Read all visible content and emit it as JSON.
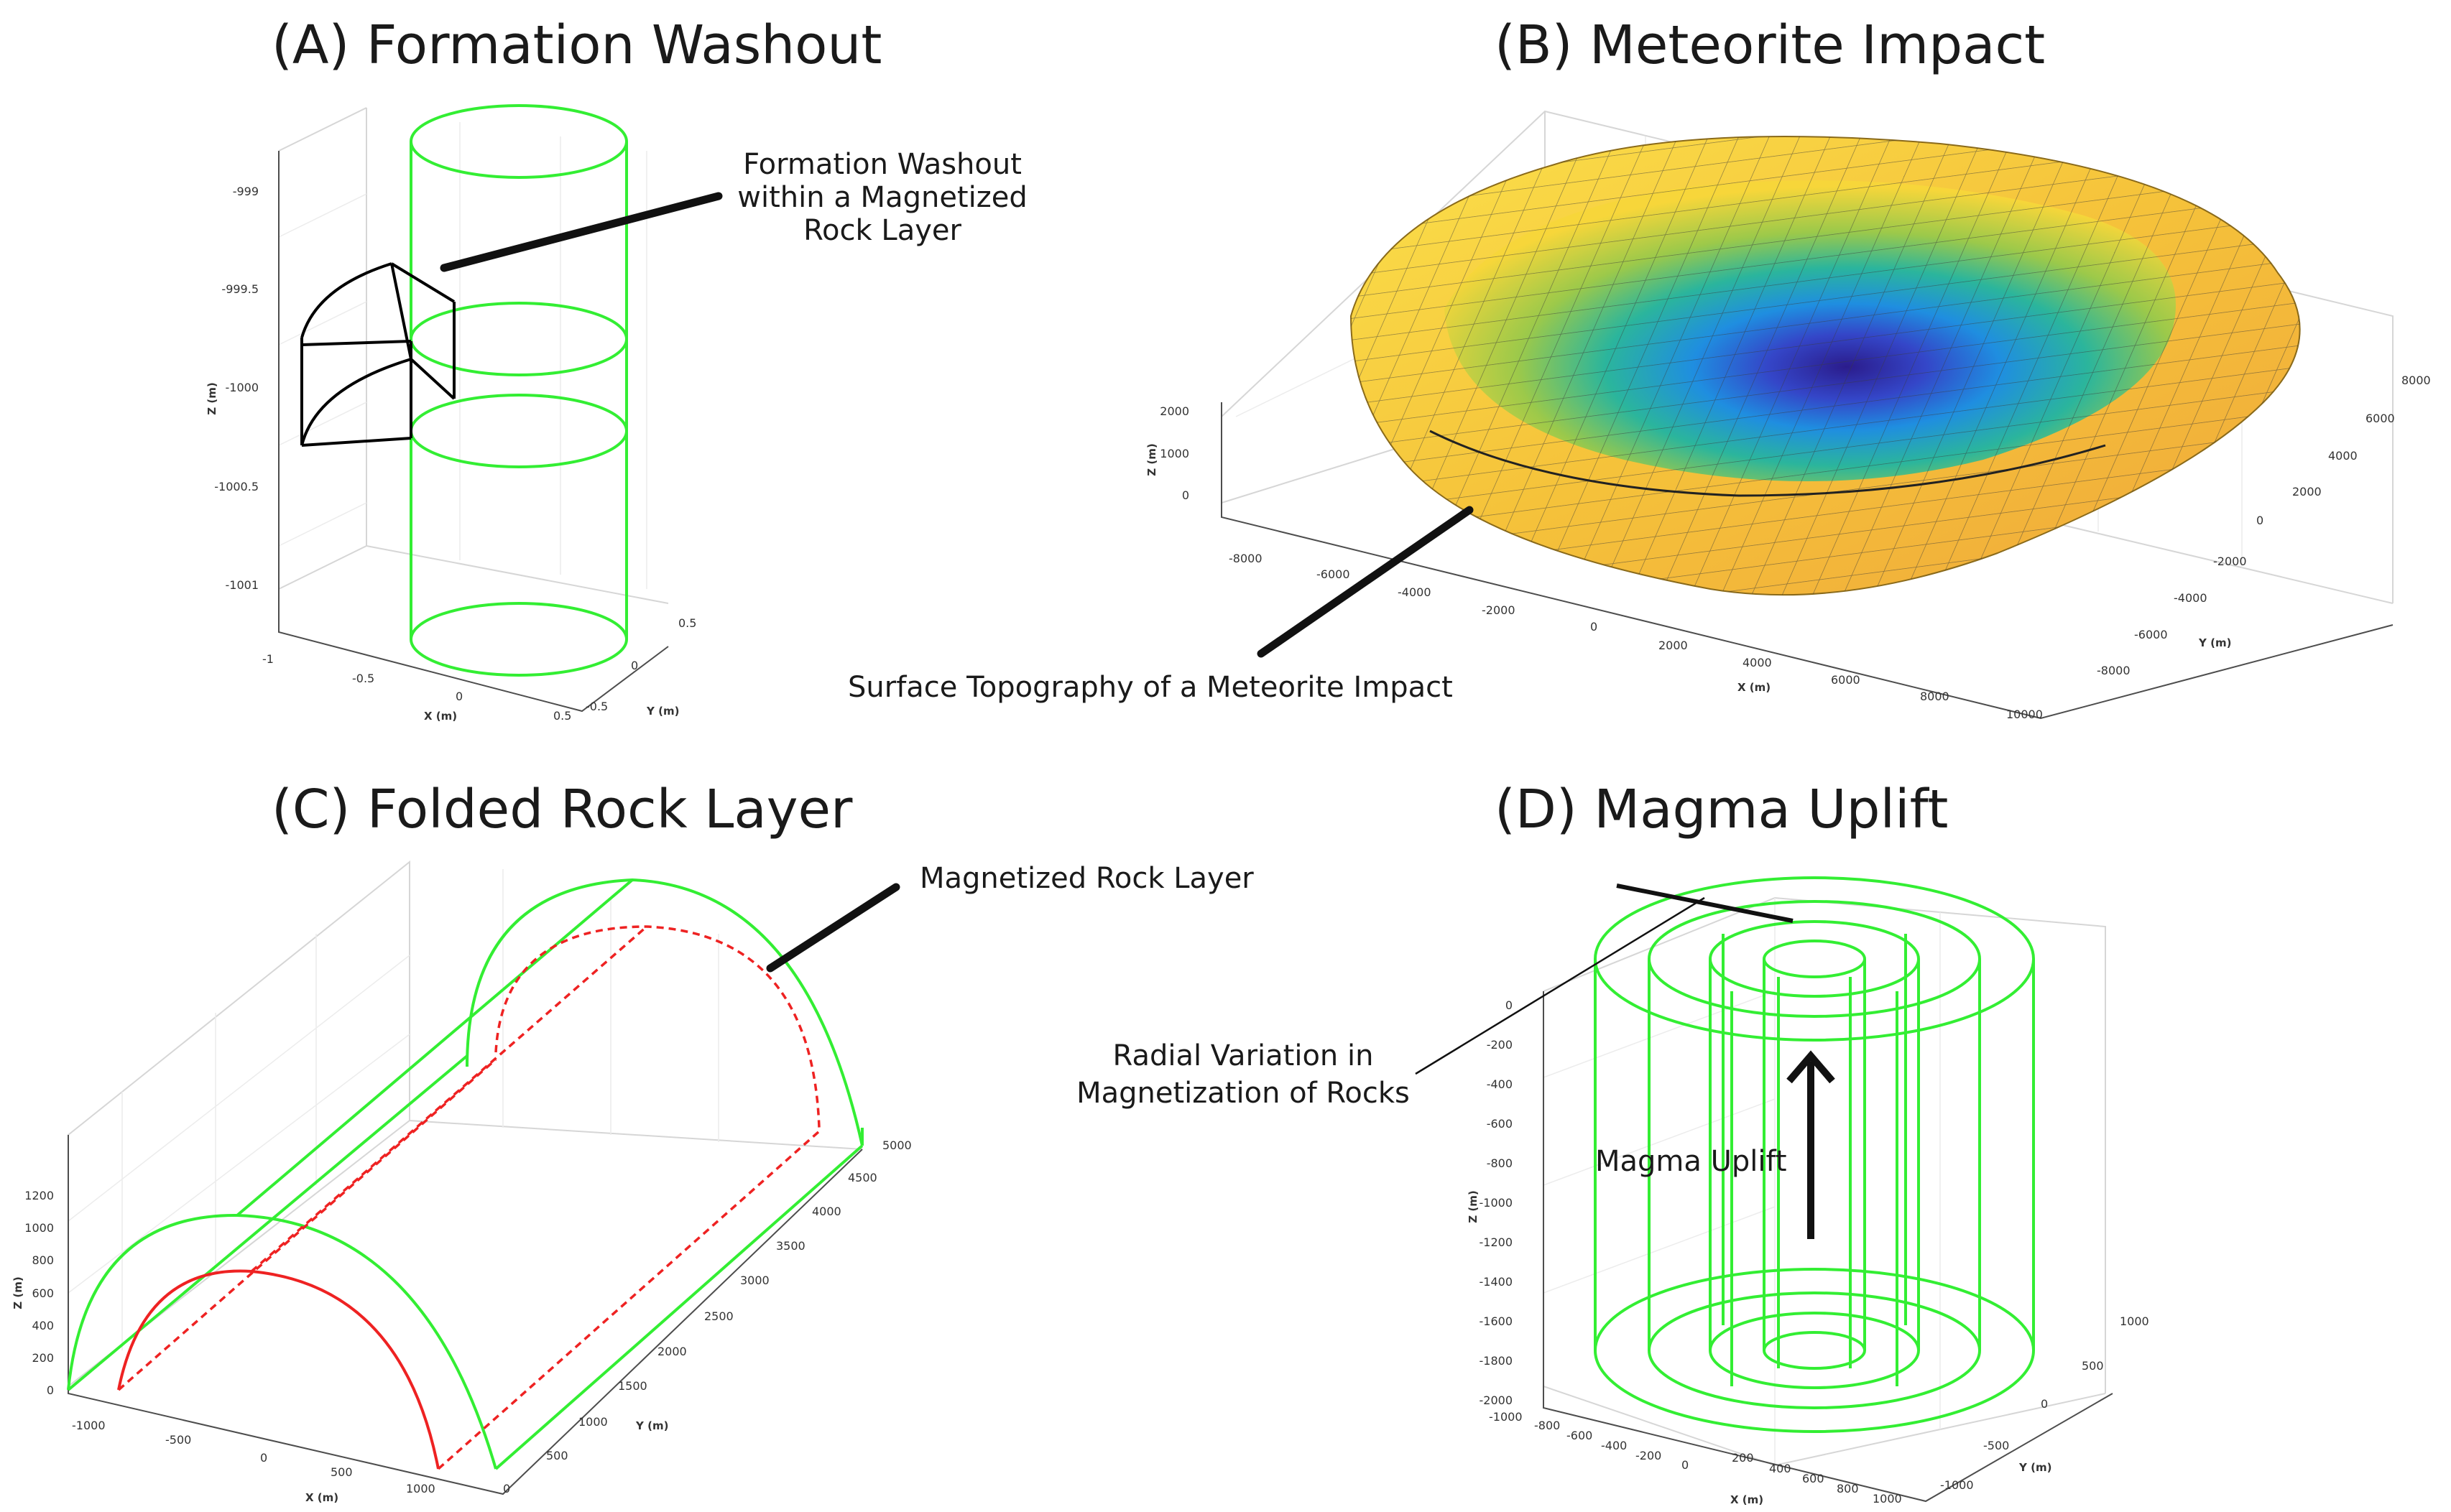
{
  "panels": {
    "a": {
      "title": "(A) Formation Washout",
      "annotation": [
        "Formation Washout",
        "within a Magnetized",
        "Rock Layer"
      ],
      "z_ticks": [
        "-999",
        "-999.5",
        "-1000",
        "-1000.5",
        "-1001"
      ],
      "x_ticks": [
        "-1",
        "-0.5",
        "0",
        "0.5"
      ],
      "y_ticks": [
        "0.5",
        "0",
        "-0.5"
      ],
      "x_label": "X (m)",
      "y_label": "Y (m)",
      "z_label": "Z (m)"
    },
    "b": {
      "title": "(B) Meteorite Impact",
      "annotation": "Surface Topography of a Meteorite Impact",
      "z_ticks": [
        "2000",
        "1000",
        "0"
      ],
      "x_ticks": [
        "-8000",
        "-6000",
        "-4000",
        "-2000",
        "0",
        "2000",
        "4000",
        "6000",
        "8000",
        "10000"
      ],
      "y_ticks": [
        "8000",
        "6000",
        "4000",
        "2000",
        "0",
        "-2000",
        "-4000",
        "-6000",
        "-8000"
      ],
      "x_label": "X (m)",
      "y_label": "Y (m)",
      "z_label": "Z (m)"
    },
    "c": {
      "title": "(C) Folded Rock Layer",
      "annotation": "Magnetized Rock Layer",
      "z_ticks": [
        "1200",
        "1000",
        "800",
        "600",
        "400",
        "200",
        "0"
      ],
      "x_ticks": [
        "-1000",
        "-500",
        "0",
        "500",
        "1000"
      ],
      "y_ticks": [
        "5000",
        "4500",
        "4000",
        "3500",
        "3000",
        "2500",
        "2000",
        "1500",
        "1000",
        "500",
        "0"
      ],
      "x_label": "X (m)",
      "y_label": "Y (m)",
      "z_label": "Z (m)"
    },
    "d": {
      "title": "(D) Magma Uplift",
      "annotation": [
        "Radial Variation in",
        "Magnetization of Rocks"
      ],
      "arrow_label": "Magma Uplift",
      "z_ticks": [
        "0",
        "-200",
        "-400",
        "-600",
        "-800",
        "-1000",
        "-1200",
        "-1400",
        "-1600",
        "-1800",
        "-2000"
      ],
      "x_ticks": [
        "-1000",
        "-800",
        "-600",
        "-400",
        "-200",
        "0",
        "200",
        "400",
        "600",
        "800",
        "1000"
      ],
      "y_ticks": [
        "1000",
        "500",
        "0",
        "-500",
        "-1000"
      ],
      "x_label": "X (m)",
      "y_label": "Y (m)",
      "z_label": "Z (m)"
    }
  },
  "colors": {
    "wireframe": "#33ee33",
    "folded_inner": "#ee2222",
    "washout": "#000000",
    "surface_high": "#f9d93a",
    "surface_mid": "#3cb39c",
    "surface_low": "#2c1f8e"
  }
}
